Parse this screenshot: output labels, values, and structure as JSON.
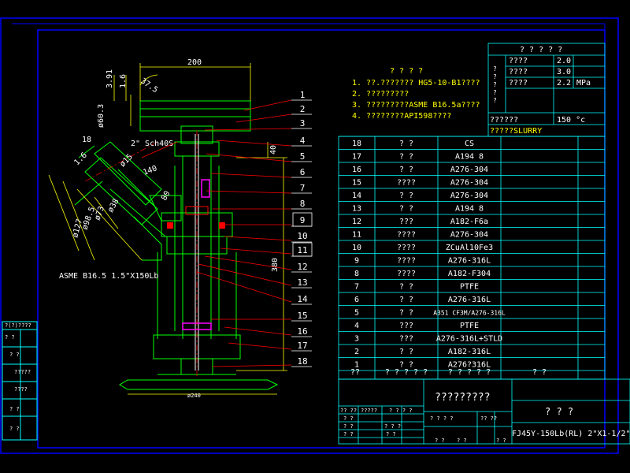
{
  "colors": {
    "background": "#000000",
    "frame": "#0000ff",
    "table_lines": "#00ffff",
    "text_white": "#ffffff",
    "text_yellow": "#ffff00",
    "leader_red": "#ff0000",
    "part_green": "#00ff00",
    "magenta": "#ff00ff"
  },
  "dimensions": {
    "d200": "200",
    "d3_91": "3.91",
    "d1_6a": "1.6",
    "d37_5": "37.5",
    "d60_3": "ø60.3",
    "pipe": "2\" Sch40S",
    "d18": "18",
    "d1_6b": "1.6",
    "d15": "ø15",
    "d140": "140",
    "d80": "80",
    "d38": "ø38",
    "d73": "ø73",
    "d98_5": "ø98.5",
    "d127": "ø127",
    "d40": "40",
    "d380": "380",
    "d240": "ø240",
    "flange_label": "ASME B16.5   1.5\"X150Lb"
  },
  "notes": {
    "title": "? ? ? ?",
    "lines": [
      "1. ??.??????? HG5-10-B1????",
      "2. ?????????",
      "3. ?????????ASME B16.5a????",
      "4. ????????API598????"
    ]
  },
  "tech_table": {
    "title": "? ? ? ? ?",
    "side_label": "? ? ? ? ?",
    "rows": [
      {
        "label": "????",
        "value": "2.0",
        "unit": ""
      },
      {
        "label": "????",
        "value": "3.0",
        "unit": ""
      },
      {
        "label": "????",
        "value": "2.2",
        "unit": "MPa"
      }
    ],
    "temp_label": "??????",
    "temp_value": "150 °c",
    "medium": "?????SLURRY"
  },
  "bom": {
    "rows": [
      {
        "no": "18",
        "name": "? ?",
        "material": "CS"
      },
      {
        "no": "17",
        "name": "? ?",
        "material": "A194 8"
      },
      {
        "no": "16",
        "name": "? ?",
        "material": "A276-304"
      },
      {
        "no": "15",
        "name": "????",
        "material": "A276-304"
      },
      {
        "no": "14",
        "name": "? ?",
        "material": "A276-304"
      },
      {
        "no": "13",
        "name": "? ?",
        "material": "A194 8"
      },
      {
        "no": "12",
        "name": "???",
        "material": "A182-F6a"
      },
      {
        "no": "11",
        "name": "????",
        "material": "A276-304"
      },
      {
        "no": "10",
        "name": "????",
        "material": "ZCuAl10Fe3"
      },
      {
        "no": "9",
        "name": "????",
        "material": "A276-316L"
      },
      {
        "no": "8",
        "name": "????",
        "material": "A182-F304"
      },
      {
        "no": "7",
        "name": "? ?",
        "material": "PTFE"
      },
      {
        "no": "6",
        "name": "? ?",
        "material": "A276-316L"
      },
      {
        "no": "5",
        "name": "? ?",
        "material": "A351 CF3M/A276-316L"
      },
      {
        "no": "4",
        "name": "???",
        "material": "PTFE"
      },
      {
        "no": "3",
        "name": "???",
        "material": "A276-316L+STLD"
      },
      {
        "no": "2",
        "name": "? ?",
        "material": "A182-316L"
      },
      {
        "no": "1",
        "name": "? ?",
        "material": "A276?316L"
      }
    ],
    "header": {
      "no": "??",
      "name": "? ? ? ? ?",
      "material": "? ? ? ? ?",
      "note": "? ?"
    }
  },
  "title_block": {
    "drawing_name": "?????????",
    "company": "? ? ?",
    "model": "FJ45Y-150Lb(RL) 2\"X1-1/2\"",
    "small_cells": [
      "?? ??",
      "?????",
      "? ? ? ?",
      "? ? ? ?",
      "?? ??",
      "? ?",
      "? ?",
      "? ?",
      "? ? ?",
      "? ?",
      "? ?",
      "? ?",
      "? ?"
    ]
  },
  "left_block": {
    "header": "?(?)????",
    "rows": [
      "? ?",
      "? ?",
      "?????",
      "????",
      "? ?",
      "? ?"
    ]
  },
  "part_numbers": [
    "1",
    "2",
    "3",
    "4",
    "5",
    "6",
    "7",
    "8",
    "9",
    "10",
    "11",
    "12",
    "13",
    "14",
    "15",
    "16",
    "17",
    "18"
  ]
}
